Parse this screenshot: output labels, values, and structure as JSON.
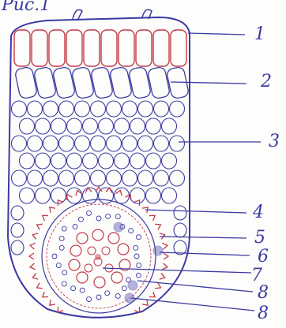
{
  "figure": {
    "title": "Рис.1",
    "ink_blue": "#3b3aa3",
    "ink_red": "#c23a4a",
    "paper": "#fdfdfb"
  },
  "callouts": [
    {
      "id": "1",
      "label": "1"
    },
    {
      "id": "2",
      "label": "2"
    },
    {
      "id": "3",
      "label": "3"
    },
    {
      "id": "4",
      "label": "4"
    },
    {
      "id": "5",
      "label": "5"
    },
    {
      "id": "6",
      "label": "6"
    },
    {
      "id": "7",
      "label": "7"
    },
    {
      "id": "8a",
      "label": "8"
    },
    {
      "id": "8b",
      "label": "8"
    }
  ]
}
